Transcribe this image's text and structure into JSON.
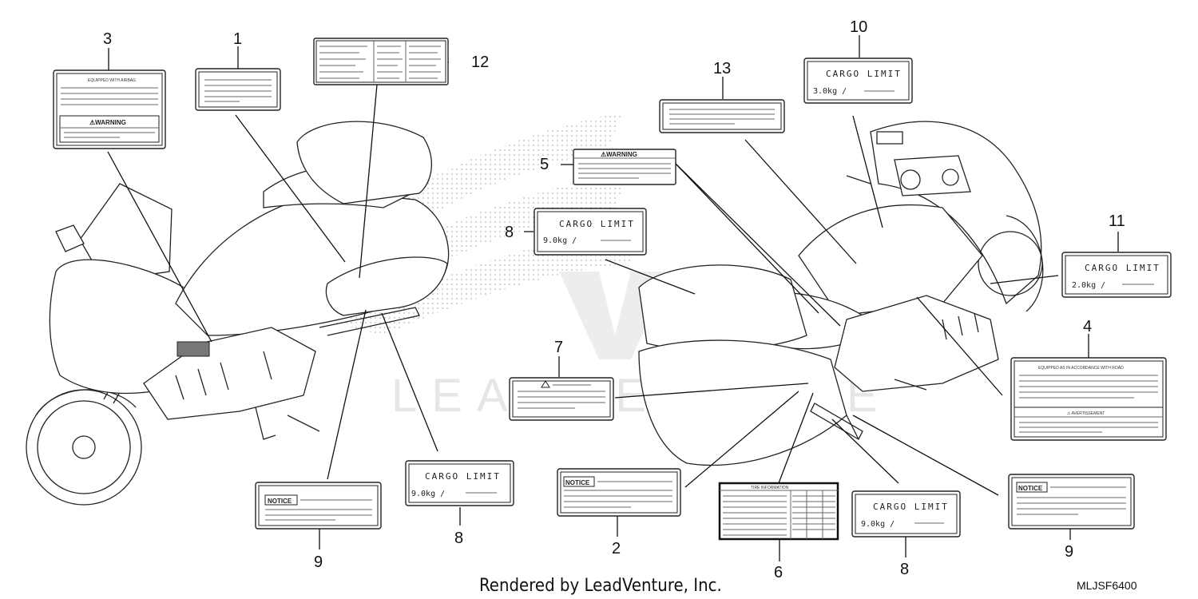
{
  "callouts": {
    "n1": "1",
    "n2": "2",
    "n3": "3",
    "n4": "4",
    "n5": "5",
    "n6": "6",
    "n7": "7",
    "n8a": "8",
    "n8b": "8",
    "n8c": "8",
    "n9a": "9",
    "n9b": "9",
    "n10": "10",
    "n11": "11",
    "n12": "12",
    "n13": "13"
  },
  "labels": {
    "cargo_limit": "CARGO LIMIT",
    "cargo_3": "3.0kg  /",
    "cargo_2": "2.0kg  /",
    "cargo_9": "9.0kg  /",
    "notice": "NOTICE",
    "warning": "⚠WARNING",
    "avertissement": "⚠ AVERTISSEMENT",
    "equipped_airbag": "EQUIPPED WITH AIRBAG",
    "tire_information": "TIRE INFORMATION",
    "compliance": "EQUIPPED AS IN ACCORDANCE WITH ROAD"
  },
  "watermark": "LEADVENTURE",
  "footer": {
    "credit": "Rendered by LeadVenture, Inc.",
    "code": "MLJSF6400"
  }
}
